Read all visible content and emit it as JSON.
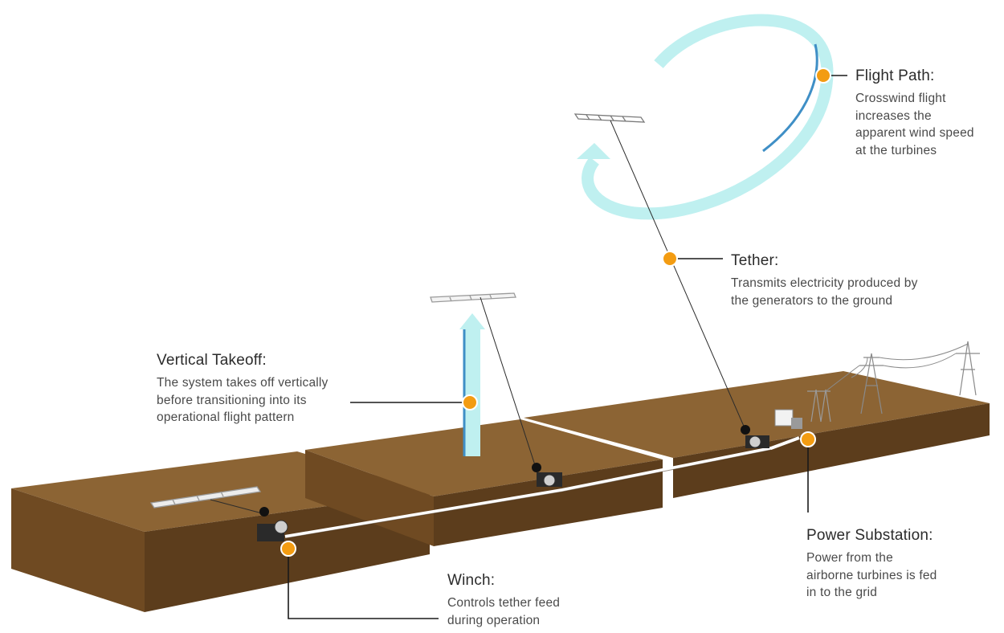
{
  "colors": {
    "marker": "#f39c12",
    "ground_top": "#8c6434",
    "ground_front": "#6f4a22",
    "ground_side": "#5c3d1c",
    "flight_path": "#bff0f0",
    "flight_path_accent": "#3f8fc6",
    "leader_line": "#1a1a1a"
  },
  "callouts": {
    "flight_path": {
      "title": "Flight Path:",
      "body_lines": [
        "Crosswind flight",
        "increases the",
        "apparent wind speed",
        "at the turbines"
      ]
    },
    "tether": {
      "title": "Tether:",
      "body_lines": [
        "Transmits electricity produced by",
        "the generators to the ground"
      ]
    },
    "vertical_takeoff": {
      "title": "Vertical Takeoff:",
      "body_lines": [
        "The system takes off vertically",
        "before transitioning into its",
        "operational flight pattern"
      ]
    },
    "power_substation": {
      "title": "Power Substation:",
      "body_lines": [
        "Power from the",
        "airborne turbines is fed",
        "in to the grid"
      ]
    },
    "winch": {
      "title": "Winch:",
      "body_lines": [
        "Controls tether feed",
        "during operation"
      ]
    }
  }
}
